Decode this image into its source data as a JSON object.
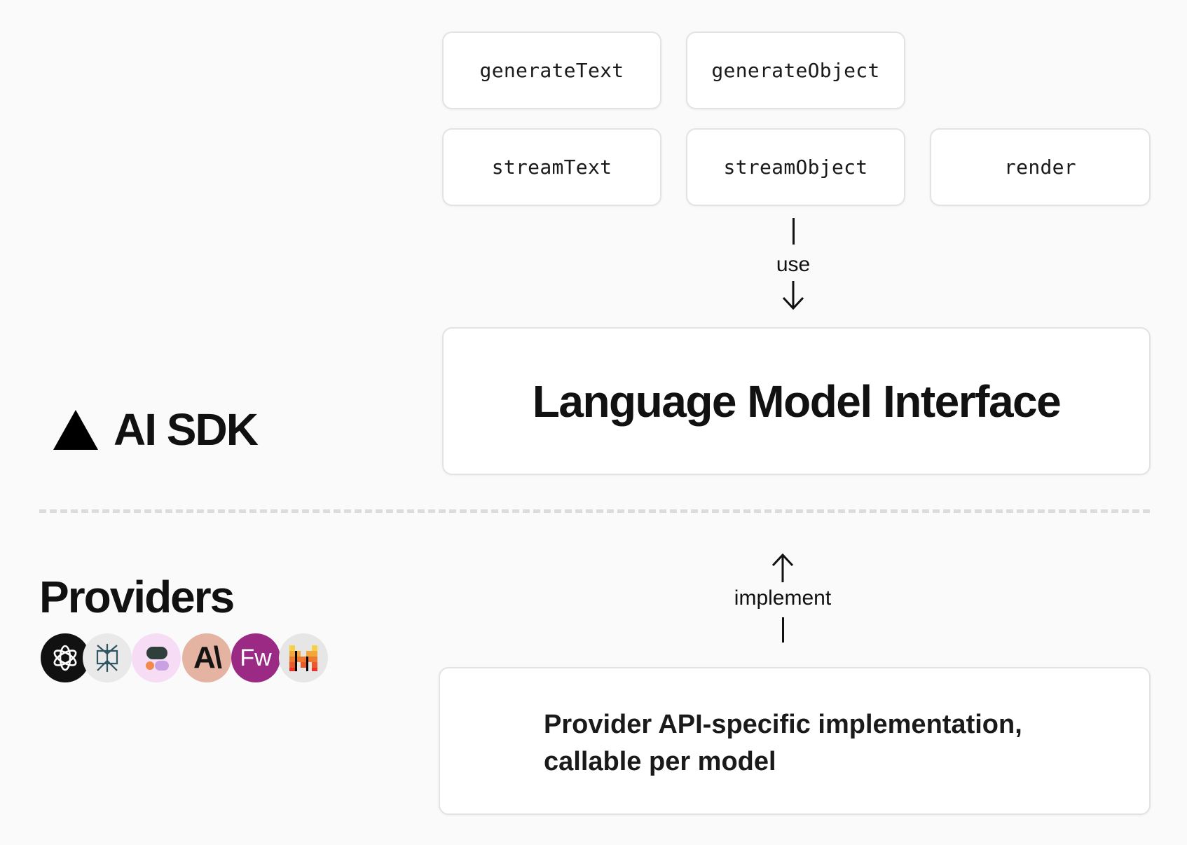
{
  "functions": {
    "generate_text": "generateText",
    "generate_object": "generateObject",
    "stream_text": "streamText",
    "stream_object": "streamObject",
    "render": "render"
  },
  "connectors": {
    "use_label": "use",
    "implement_label": "implement"
  },
  "interface": {
    "title": "Language Model Interface"
  },
  "sdk": {
    "title": "AI SDK",
    "logo_icon": "triangle-icon"
  },
  "providers": {
    "title": "Providers",
    "logos": [
      {
        "name": "openai-logo-icon",
        "color": "#111111"
      },
      {
        "name": "perplexity-logo-icon",
        "color": "#e9e9e9"
      },
      {
        "name": "groq-logo-icon",
        "color": "#f6dcf4"
      },
      {
        "name": "anthropic-logo-icon",
        "color": "#e4b3a1",
        "text": "A\\"
      },
      {
        "name": "fireworks-logo-icon",
        "color": "#9b2a85",
        "text": "Fw"
      },
      {
        "name": "mistral-logo-icon",
        "color": "#e6e6e6"
      }
    ]
  },
  "provider_impl": {
    "line1": "Provider API-specific implementation,",
    "line2": "callable per model"
  }
}
